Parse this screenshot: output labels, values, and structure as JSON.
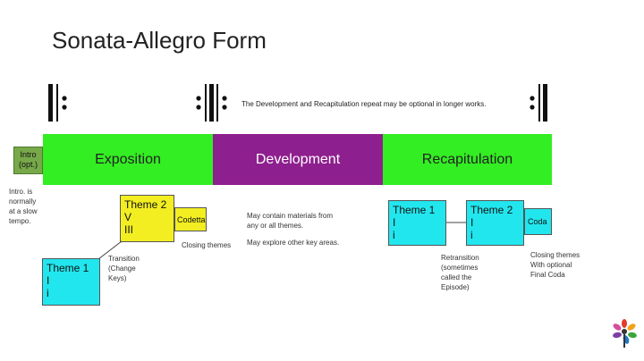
{
  "title": "Sonata-Allegro Form",
  "repeat_note": "The Development and Recapitulation repeat may be optional in longer works.",
  "sections": {
    "intro": [
      "Intro",
      "(opt.)"
    ],
    "exposition": "Exposition",
    "development": "Development",
    "recapitulation": "Recapitulation"
  },
  "intro_note": [
    "Intro. is",
    "normally",
    "at a slow",
    "tempo."
  ],
  "exposition": {
    "theme1": [
      "Theme 1",
      "I",
      "i"
    ],
    "theme2": [
      "Theme 2",
      "V",
      "III"
    ],
    "codetta": "Codetta",
    "transition": [
      "Transition",
      "(Change",
      "Keys)"
    ],
    "closing": "Closing themes"
  },
  "development": {
    "notes": [
      "May contain materials from",
      "any or all themes.",
      "May explore other key areas."
    ]
  },
  "recapitulation": {
    "theme1": [
      "Theme 1",
      "I",
      "i"
    ],
    "theme2": [
      "Theme 2",
      "I",
      "i"
    ],
    "coda": "Coda",
    "retransition": [
      "Retransition",
      "(sometimes",
      "called the",
      "Episode)"
    ],
    "closing": [
      "Closing themes",
      "With optional",
      "Final Coda"
    ]
  },
  "colors": {
    "section_green": "#33ee22",
    "development_purple": "#8e1f8e",
    "intro_olive": "#77a84a",
    "theme_cyan": "#22e6ee",
    "theme_yellow": "#f2ee22"
  },
  "icons": {
    "repeat_start": "repeat-start-icon",
    "repeat_end_start": "repeat-end-start-icon",
    "repeat_end": "repeat-end-icon",
    "logo": "pinwheel-logo-icon"
  }
}
